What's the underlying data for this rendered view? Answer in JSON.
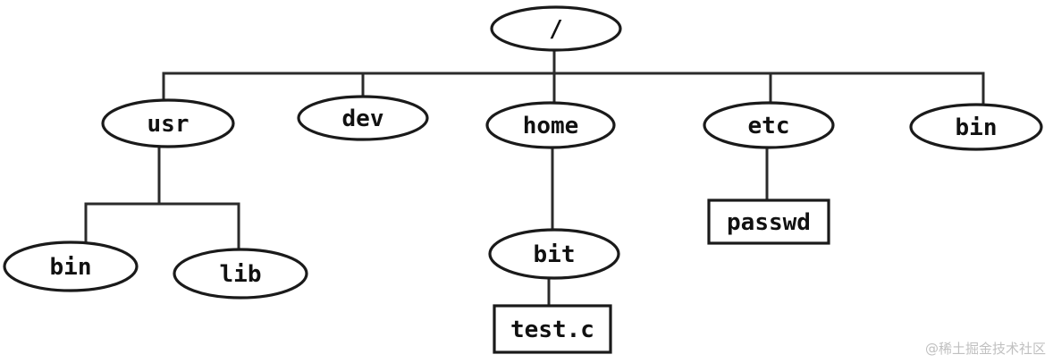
{
  "diagram": {
    "nodes": [
      {
        "id": "root",
        "label": "/",
        "shape": "ellipse"
      },
      {
        "id": "usr",
        "label": "usr",
        "shape": "ellipse"
      },
      {
        "id": "dev",
        "label": "dev",
        "shape": "ellipse"
      },
      {
        "id": "home",
        "label": "home",
        "shape": "ellipse"
      },
      {
        "id": "etc",
        "label": "etc",
        "shape": "ellipse"
      },
      {
        "id": "bin_top",
        "label": "bin",
        "shape": "ellipse"
      },
      {
        "id": "usr_bin",
        "label": "bin",
        "shape": "ellipse"
      },
      {
        "id": "usr_lib",
        "label": "lib",
        "shape": "ellipse"
      },
      {
        "id": "bit",
        "label": "bit",
        "shape": "ellipse"
      },
      {
        "id": "passwd",
        "label": "passwd",
        "shape": "rect"
      },
      {
        "id": "test_c",
        "label": "test.c",
        "shape": "rect"
      }
    ],
    "edges": [
      [
        "root",
        "usr"
      ],
      [
        "root",
        "dev"
      ],
      [
        "root",
        "home"
      ],
      [
        "root",
        "etc"
      ],
      [
        "root",
        "bin_top"
      ],
      [
        "usr",
        "usr_bin"
      ],
      [
        "usr",
        "usr_lib"
      ],
      [
        "home",
        "bit"
      ],
      [
        "bit",
        "test_c"
      ],
      [
        "etc",
        "passwd"
      ]
    ]
  },
  "watermark": "@稀土掘金技术社区"
}
